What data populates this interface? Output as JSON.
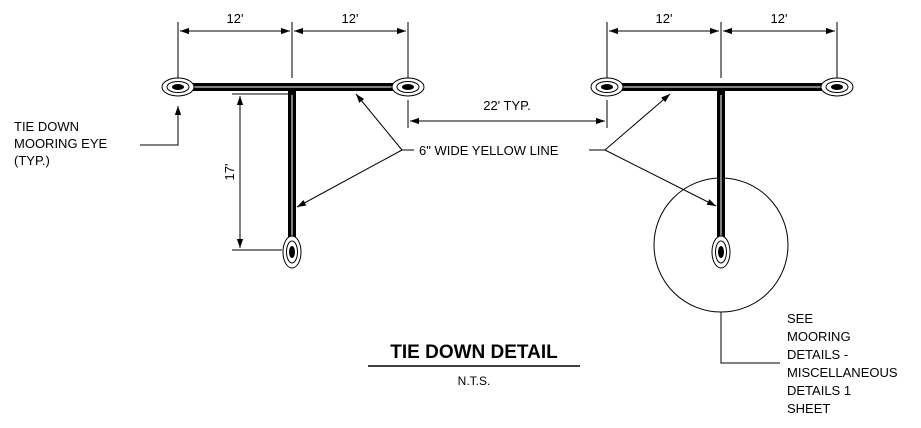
{
  "dimensions": {
    "left_span_1": "12'",
    "left_span_2": "12'",
    "right_span_1": "12'",
    "right_span_2": "12'",
    "vertical": "17'",
    "spacing": "22' TYP."
  },
  "labels": {
    "tie_down_line1": "TIE DOWN",
    "tie_down_line2": "MOORING EYE",
    "tie_down_line3": "(TYP.)",
    "yellow_line": "6\" WIDE YELLOW LINE",
    "see_lines": [
      "SEE",
      "MOORING",
      "DETAILS -",
      "MISCELLANEOUS",
      "DETAILS 1",
      "SHEET"
    ]
  },
  "title": {
    "main": "TIE DOWN DETAIL",
    "scale": "N.T.S."
  }
}
